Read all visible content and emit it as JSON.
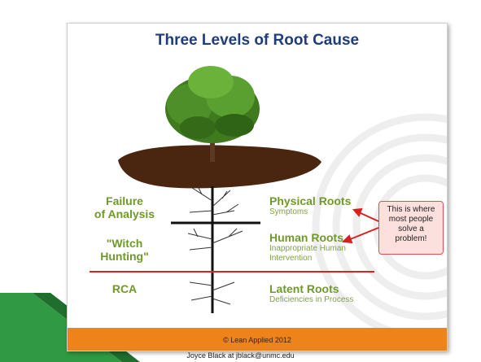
{
  "slide": {
    "title": "Three Levels of Root Cause",
    "copyright": "© Lean Applied 2012"
  },
  "levels": [
    {
      "left_label": "Failure\nof Analysis",
      "root_title": "Physical Roots",
      "root_subtitle": "Symptoms"
    },
    {
      "left_label": "\"Witch\nHunting\"",
      "root_title": "Human Roots",
      "root_subtitle": "Inappropriate  Human\nIntervention"
    },
    {
      "left_label": "RCA",
      "root_title": "Latent Roots",
      "root_subtitle": "Deficiencies in Process"
    }
  ],
  "callout": {
    "text": "This is where\nmost people\nsolve a\nproblem!"
  },
  "caption": "Joyce Black at jblack@unmc.edu",
  "colors": {
    "title": "#1f3d7a",
    "labels": "#6f9a2a",
    "red_line": "#e02020",
    "soil": "#4a2510",
    "footer": "#f08a1e",
    "slide_edge": "#2e8b3a"
  }
}
